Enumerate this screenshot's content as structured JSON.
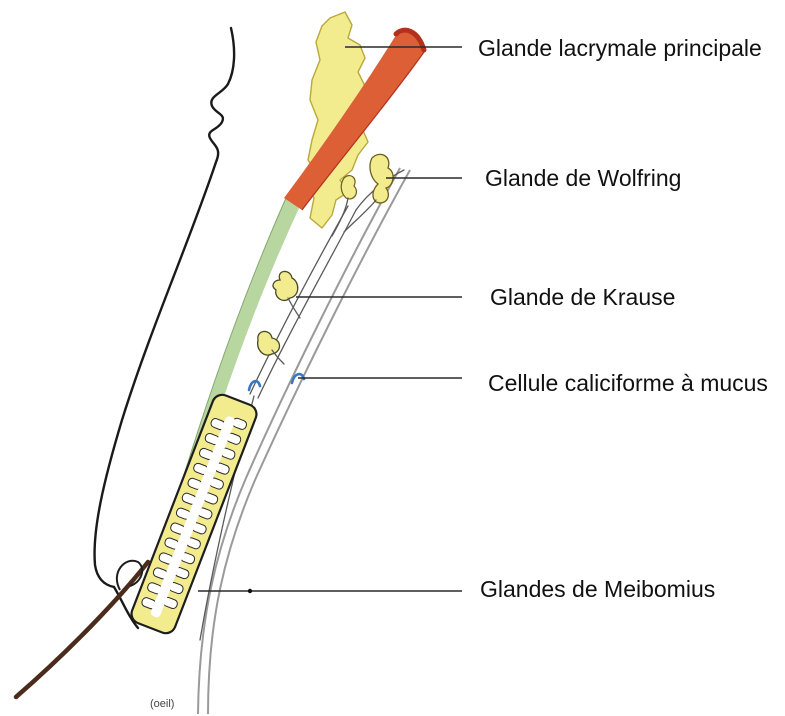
{
  "labels": {
    "lacrimal_gland": "Glande lacrymale principale",
    "wolfring_gland": "Glande de Wolfring",
    "krause_gland": "Glande de Krause",
    "goblet_cell": "Cellule caliciforme à mucus",
    "meibomian_glands": "Glandes de Meibomius",
    "eye": "(oeil)"
  },
  "colors": {
    "gland_yellow": "#f3ec8e",
    "gland_edge": "#b9a83c",
    "muscle_orange": "#dc5f36",
    "muscle_edge": "#b3301c",
    "green_band": "#b8d6a0",
    "green_edge": "#86a874",
    "eyelash": "#4b2c1c",
    "mucus_blue": "#3a78c0",
    "eye_outline": "#9a9a9a"
  }
}
